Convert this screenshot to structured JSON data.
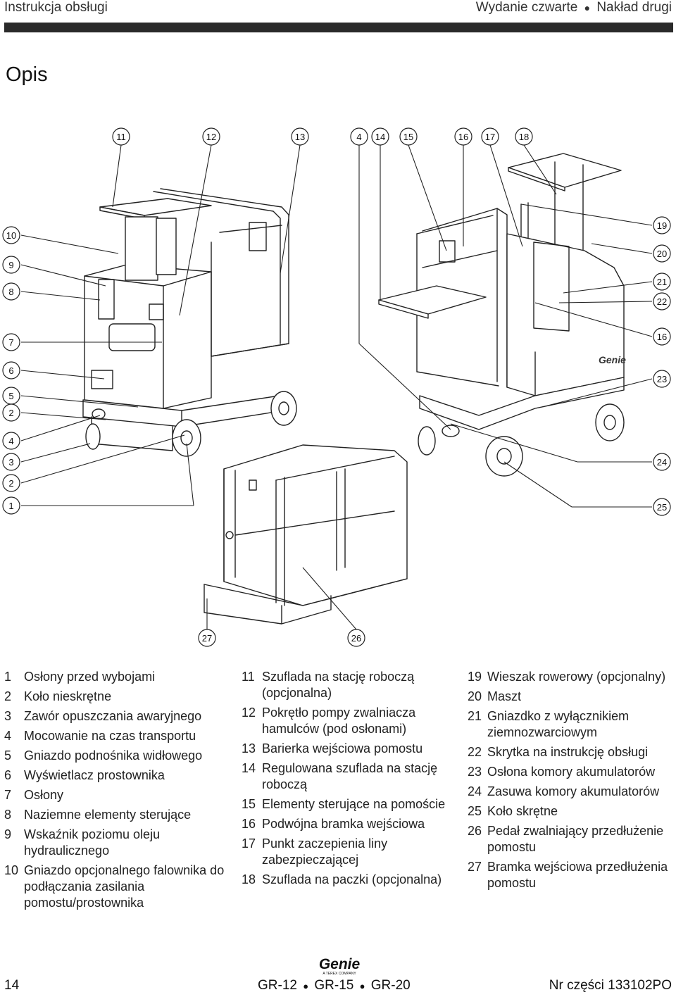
{
  "header": {
    "left": "Instrukcja obsługi",
    "right_a": "Wydanie czwarte",
    "right_b": "Nakład drugi"
  },
  "title": "Opis",
  "callouts": [
    "11",
    "12",
    "13",
    "4",
    "14",
    "15",
    "16",
    "17",
    "18",
    "19",
    "20",
    "21",
    "22",
    "16",
    "23",
    "24",
    "25",
    "10",
    "9",
    "8",
    "7",
    "6",
    "5",
    "2",
    "4",
    "3",
    "2",
    "1",
    "27",
    "26"
  ],
  "logo": {
    "word": "Genie",
    "sub": "A TEREX COMPANY"
  },
  "legend": {
    "col1": [
      {
        "num": "1",
        "text": "Osłony przed wybojami"
      },
      {
        "num": "2",
        "text": "Koło nieskrętne"
      },
      {
        "num": "3",
        "text": "Zawór opuszczania awaryjnego"
      },
      {
        "num": "4",
        "text": "Mocowanie na czas transportu"
      },
      {
        "num": "5",
        "text": "Gniazdo podnośnika widłowego"
      },
      {
        "num": "6",
        "text": "Wyświetlacz prostownika"
      },
      {
        "num": "7",
        "text": "Osłony"
      },
      {
        "num": "8",
        "text": "Naziemne elementy sterujące"
      },
      {
        "num": "9",
        "text": "Wskaźnik poziomu oleju hydraulicznego"
      },
      {
        "num": "10",
        "text": "Gniazdo opcjonalnego falownika do podłączania zasilania pomostu/prostownika"
      }
    ],
    "col2": [
      {
        "num": "11",
        "text": "Szuflada na stację roboczą (opcjonalna)"
      },
      {
        "num": "12",
        "text": "Pokrętło pompy zwalniacza hamulców (pod osłonami)"
      },
      {
        "num": "13",
        "text": "Barierka wejściowa pomostu"
      },
      {
        "num": "14",
        "text": "Regulowana szuflada na stację roboczą"
      },
      {
        "num": "15",
        "text": "Elementy sterujące na pomoście"
      },
      {
        "num": "16",
        "text": "Podwójna bramka wejściowa"
      },
      {
        "num": "17",
        "text": "Punkt zaczepienia liny zabezpieczającej"
      },
      {
        "num": "18",
        "text": "Szuflada na paczki (opcjonalna)"
      }
    ],
    "col3": [
      {
        "num": "19",
        "text": "Wieszak rowerowy (opcjonalny)"
      },
      {
        "num": "20",
        "text": "Maszt"
      },
      {
        "num": "21",
        "text": "Gniazdko z wyłącznikiem ziemnozwarciowym"
      },
      {
        "num": "22",
        "text": "Skrytka na instrukcję obsługi"
      },
      {
        "num": "23",
        "text": "Osłona komory akumulatorów"
      },
      {
        "num": "24",
        "text": "Zasuwa komory akumulatorów"
      },
      {
        "num": "25",
        "text": "Koło skrętne"
      },
      {
        "num": "26",
        "text": "Pedał zwalniający przedłużenie pomostu"
      },
      {
        "num": "27",
        "text": "Bramka wejściowa przedłużenia pomostu"
      }
    ]
  },
  "footer": {
    "page": "14",
    "models": [
      "GR-12",
      "GR-15",
      "GR-20"
    ],
    "part": "Nr części 133102PO"
  }
}
